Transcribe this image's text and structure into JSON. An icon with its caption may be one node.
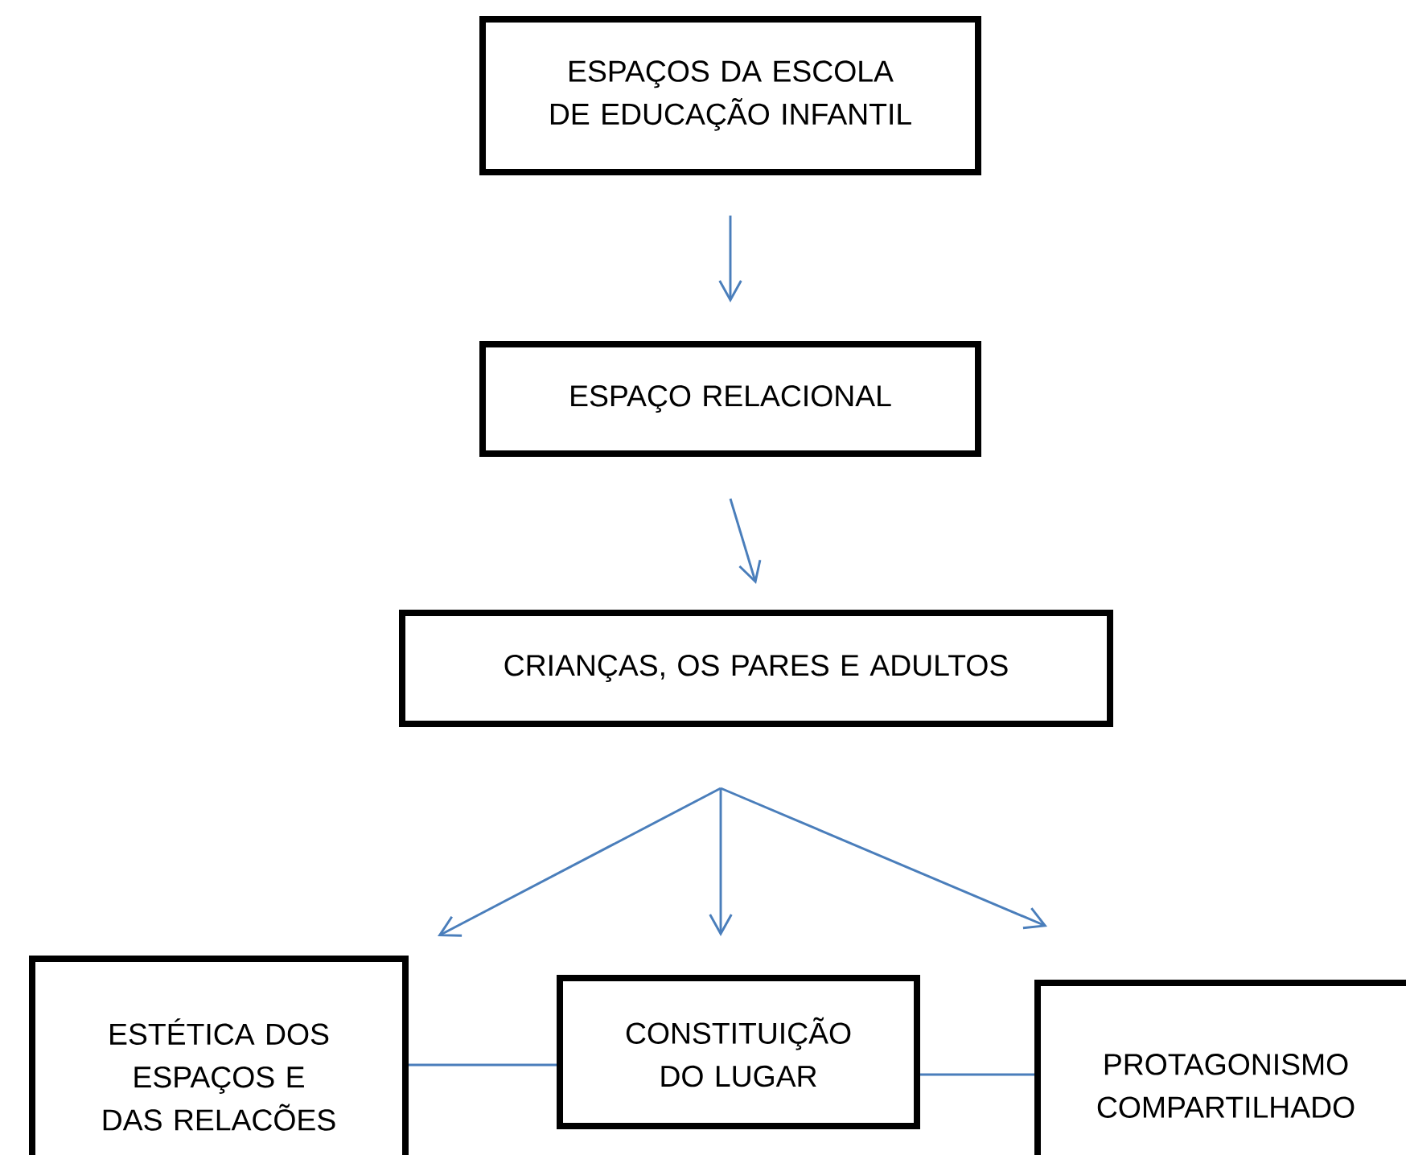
{
  "diagram": {
    "nodes": [
      {
        "text": [
          "ESPAÇOS DA ESCOLA DE EDUCAÇÃO INFANTIL"
        ]
      },
      {
        "text": [
          "ESPAÇO RELACIONAL"
        ]
      },
      {
        "text": [
          "CRIANÇAS, OS PARES E ADULTOS"
        ]
      },
      {
        "text": [
          "ESTÉTICA DOS ESPAÇOS E DAS RELACÕES"
        ]
      },
      {
        "text": [
          "CONSTITUIÇÃO DO LUGAR"
        ]
      },
      {
        "text": [
          "PROTAGONISMO COMPARTILHADO"
        ]
      }
    ],
    "edges": [
      {
        "from": 0,
        "to": 1,
        "arrow": "to"
      },
      {
        "from": 1,
        "to": 2,
        "arrow": "to"
      },
      {
        "from": 2,
        "to": 3,
        "arrow": "to"
      },
      {
        "from": 2,
        "to": 4,
        "arrow": "to"
      },
      {
        "from": 2,
        "to": 5,
        "arrow": "to"
      },
      {
        "from": 3,
        "to": 4,
        "arrow": "none"
      },
      {
        "from": 4,
        "to": 5,
        "arrow": "none"
      }
    ]
  }
}
